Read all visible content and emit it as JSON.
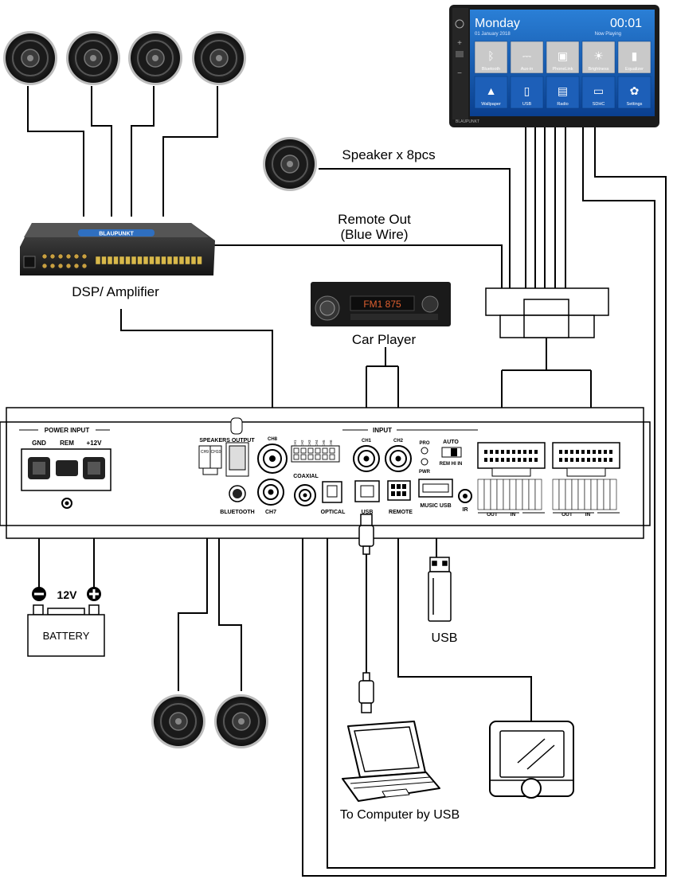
{
  "labels": {
    "speaker_count": "Speaker x 8pcs",
    "remote_out_1": "Remote Out",
    "remote_out_2": "(Blue Wire)",
    "dsp_amp": "DSP/ Amplifier",
    "car_player": "Car Player",
    "usb": "USB",
    "to_computer": "To Computer by USB",
    "battery": "BATTERY",
    "voltage": "12V"
  },
  "head_unit": {
    "day": "Monday",
    "date": "01 January 2018",
    "time": "00:01",
    "now_playing": "Now Playing",
    "brand": "BLAUPUNKT",
    "apps": [
      "Bluetooth",
      "Aux-in",
      "PhoneLink",
      "Brightness",
      "Equalizer",
      "Wallpaper",
      "USB",
      "Radio",
      "SDHC",
      "Settings"
    ]
  },
  "car_player_display": "FM1  875",
  "amp_brand": "BLAUPUNKT",
  "panel": {
    "power_input": "POWER INPUT",
    "gnd": "GND",
    "rem": "REM",
    "plus12v": "+12V",
    "speakers_output": "SPEAKERS OUTPUT",
    "ch9": "CH9",
    "ch10": "CH10",
    "bluetooth": "BLUETOOTH",
    "ch8": "CH8",
    "ch7": "CH7",
    "coaxial": "COAXIAL",
    "input": "INPUT",
    "ch1": "CH1",
    "ch2": "CH2",
    "optical": "OPTICAL",
    "usb": "USB",
    "remote": "REMOTE",
    "pro": "PRO",
    "pwr": "PWR",
    "auto": "AUTO",
    "rem_hi_in": "REM  HI IN",
    "music_usb": "MUSIC USB",
    "ir": "IR",
    "out": "OUT",
    "in": "IN",
    "ch_small": [
      "CH1",
      "CH2",
      "CH3",
      "CH4",
      "CH5",
      "CH6"
    ]
  }
}
